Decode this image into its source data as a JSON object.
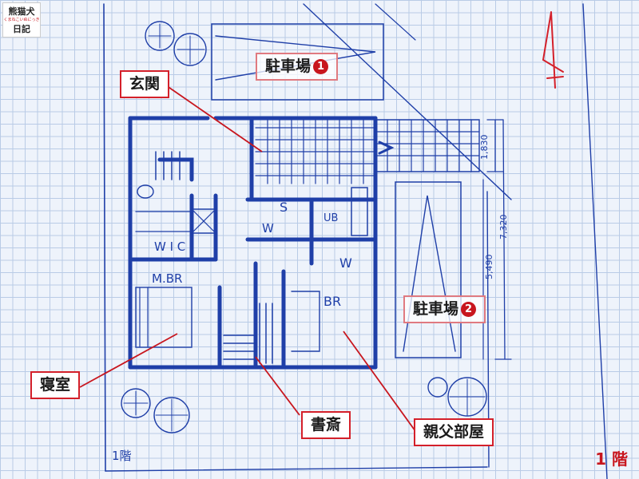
{
  "logo": {
    "line1": "熊猫犬",
    "sub": "くまねこいぬにっき",
    "line2": "日記"
  },
  "callouts": {
    "genkan": "玄関",
    "parking1": "駐車場",
    "parking1_num": "1",
    "parking2": "駐車場",
    "parking2_num": "2",
    "shinshitsu": "寝室",
    "shosai": "書斎",
    "oyafu": "親父部屋"
  },
  "handwritten": {
    "wic": "W I C",
    "mbr": "M.BR",
    "br": "BR",
    "s": "S",
    "w1": "W",
    "w2": "W",
    "ub": "UB",
    "dim_1830": "1,830",
    "dim_5490": "5,490",
    "dim_7320": "7,320",
    "floor_note": "1階"
  },
  "floor_label": "1 階",
  "colors": {
    "accent": "#c8161e",
    "ink": "#1f3fa8",
    "grid": "#b9cbe6"
  }
}
